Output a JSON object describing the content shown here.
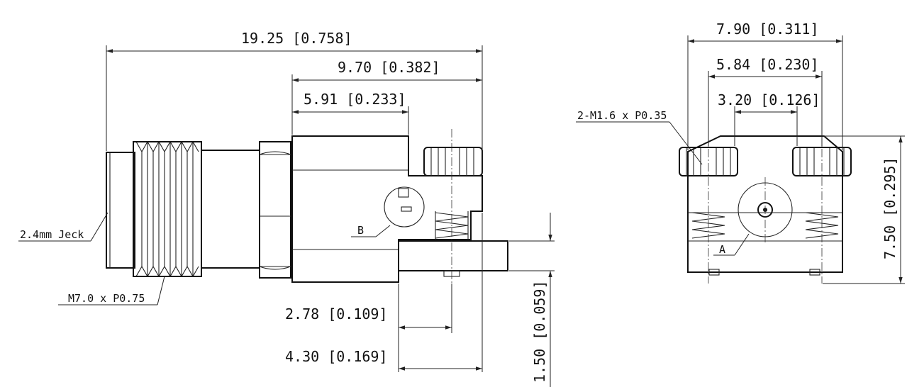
{
  "side_view": {
    "dim_overall": "19.25 [0.758]",
    "dim_body": "9.70 [0.382]",
    "dim_flange": "5.91 [0.233]",
    "dim_pin_offset": "2.78 [0.109]",
    "dim_tab": "4.30 [0.169]",
    "dim_tab_thickness": "1.50 [0.059]",
    "label_interface": "2.4mm Jeck",
    "label_thread": "M7.0 x P0.75",
    "label_detail_b": "B"
  },
  "front_view": {
    "dim_width": "7.90 [0.311]",
    "dim_screw_spacing": "5.84 [0.230]",
    "dim_inner": "3.20 [0.126]",
    "dim_height": "7.50 [0.295]",
    "label_screws": "2-M1.6 x P0.35",
    "label_detail_a": "A"
  }
}
